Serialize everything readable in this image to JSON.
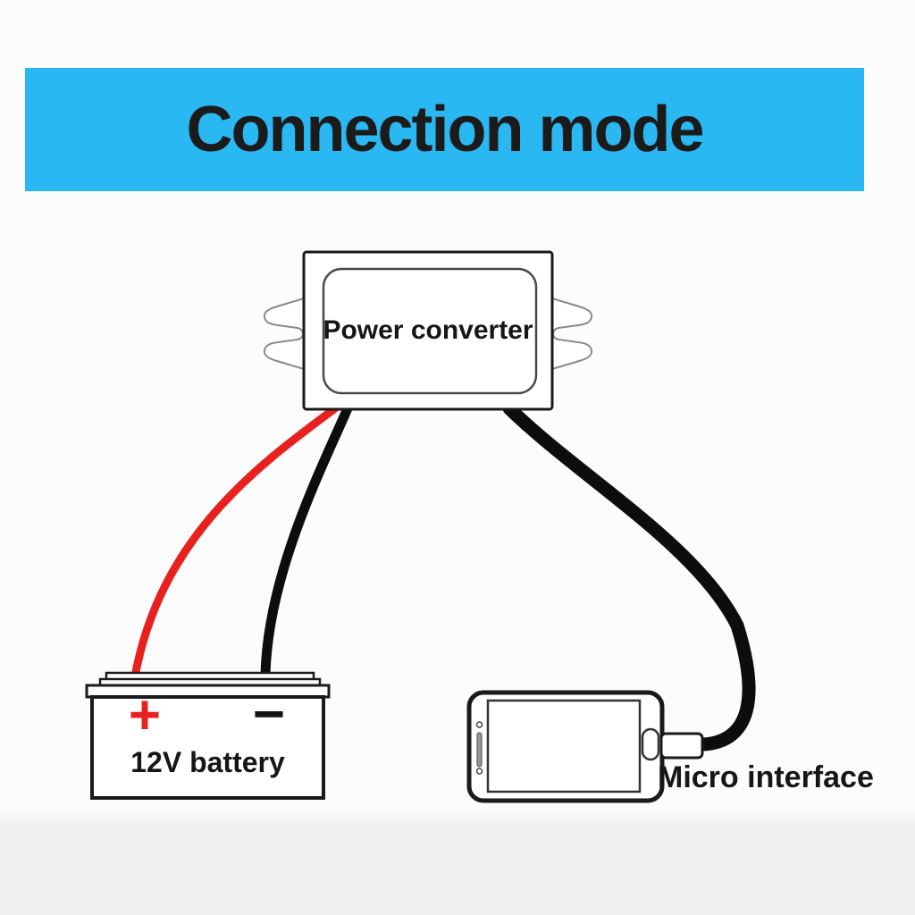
{
  "banner": {
    "title": "Connection mode",
    "bg_color": "#2ab8f2",
    "text_color": "#1b1b1b"
  },
  "diagram": {
    "converter": {
      "label": "Power converter"
    },
    "battery": {
      "label": "12V battery",
      "plus_symbol": "+",
      "minus_symbol": "−",
      "plus_color": "#e8211f",
      "minus_color": "#111111"
    },
    "phone": {
      "label": "Micro interface"
    },
    "wires": {
      "positive_wire_color": "#e8211f",
      "negative_wire_color": "#0d0d0d",
      "output_cable_color": "#0d0d0d"
    },
    "outline_color": "#1a1a1a"
  }
}
